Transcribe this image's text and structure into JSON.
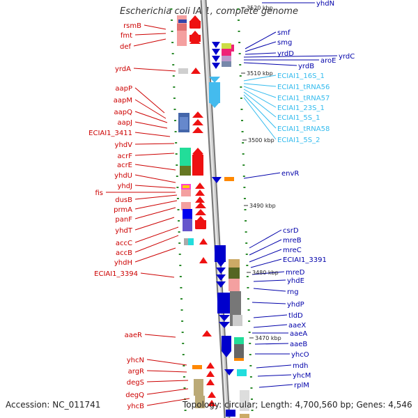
{
  "title": "Escherichia coli IAI1, complete genome",
  "footer": {
    "accession": "Accession: NC_011741",
    "topology": "Topology: circular; Length: 4,700,560 bp; Genes: 4,546"
  },
  "scale_labels": [
    "3520 kbp",
    "3510 kbp",
    "3500 kbp",
    "3490 kbp",
    "3480 kbp",
    "3470 kbp"
  ],
  "left_labels": [
    "rsmB",
    "fmt",
    "def",
    "yrdA",
    "aapP",
    "aapM",
    "aapQ",
    "aapJ",
    "ECIAI1_3411",
    "yhdV",
    "acrF",
    "acrE",
    "yhdU",
    "yhdJ",
    "fis",
    "dusB",
    "prmA",
    "panF",
    "yhdT",
    "accC",
    "accB",
    "yhdH",
    "ECIAI1_3394",
    "aaeR",
    "yhcN",
    "argR",
    "degS",
    "degQ",
    "yhcB"
  ],
  "right_labels": [
    "yhdN",
    "smf",
    "smg",
    "yrdD",
    "aroE",
    "yrdC",
    "yrdB",
    "envR",
    "csrD",
    "mreB",
    "mreC",
    "ECIAI1_3391",
    "mreD",
    "yhdE",
    "rng",
    "yhdP",
    "tldD",
    "aaeX",
    "aaeA",
    "aaeB",
    "yhcO",
    "mdh",
    "yhcM",
    "rplM"
  ],
  "rna_labels": [
    "ECIAI1_16S_1",
    "ECIAI1_tRNA56",
    "ECIAI1_tRNA57",
    "ECIAI1_23S_1",
    "ECIAI1_5S_1",
    "ECIAI1_tRNA58",
    "ECIAI1_5S_2"
  ],
  "colors": {
    "left_text": "#cc0000",
    "right_text": "#0000aa",
    "rna_text": "#33bbee",
    "backbone": "#999999"
  }
}
